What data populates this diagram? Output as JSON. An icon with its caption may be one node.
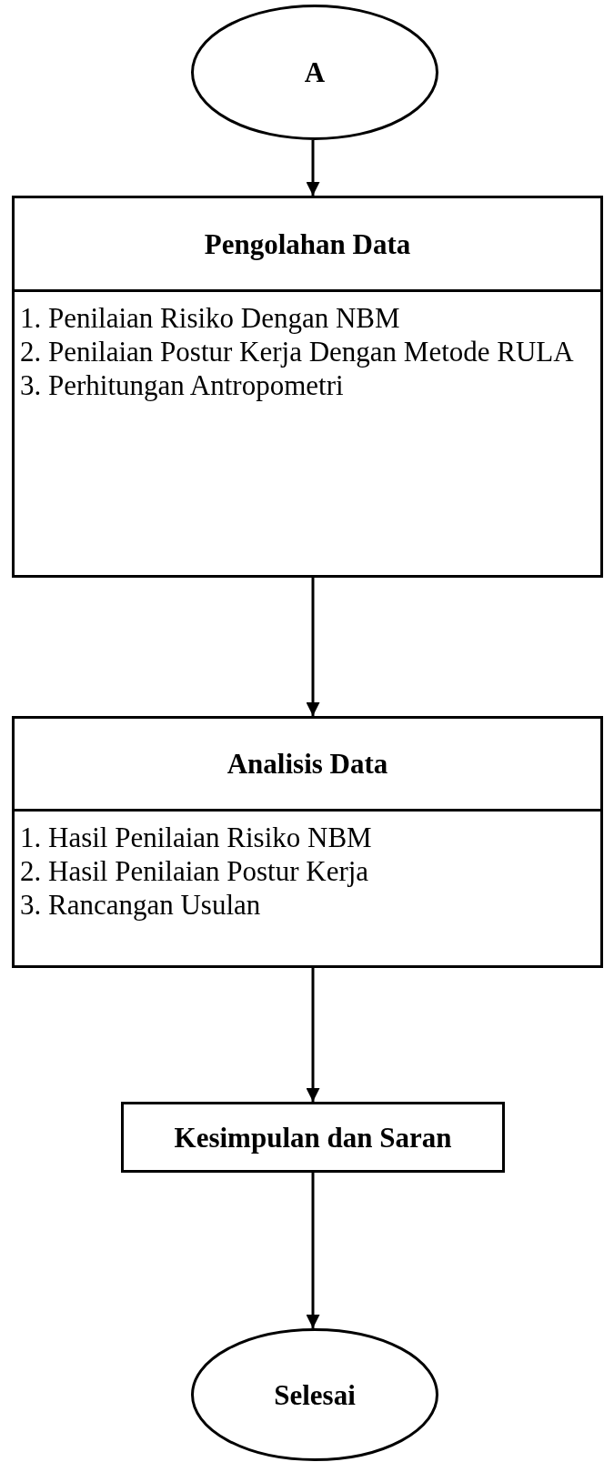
{
  "diagram": {
    "nodes": [
      {
        "text": [
          "A"
        ]
      },
      {
        "text": [
          "Pengolahan Data",
          "1. Penilaian Risiko Dengan NBM",
          "2. Penilaian Postur Kerja Dengan Metode RULA",
          "3. Perhitungan Antropometri"
        ]
      },
      {
        "text": [
          "Analisis Data",
          "1. Hasil Penilaian Risiko NBM",
          "2. Hasil Penilaian Postur Kerja",
          "3. Rancangan Usulan"
        ]
      },
      {
        "text": [
          "Kesimpulan dan Saran"
        ]
      },
      {
        "text": [
          "Selesai"
        ]
      }
    ],
    "edges": [
      {
        "from": 0,
        "to": 1,
        "arrow": "to"
      },
      {
        "from": 1,
        "to": 2,
        "arrow": "to"
      },
      {
        "from": 2,
        "to": 3,
        "arrow": "to"
      },
      {
        "from": 3,
        "to": 4,
        "arrow": "to"
      }
    ]
  }
}
